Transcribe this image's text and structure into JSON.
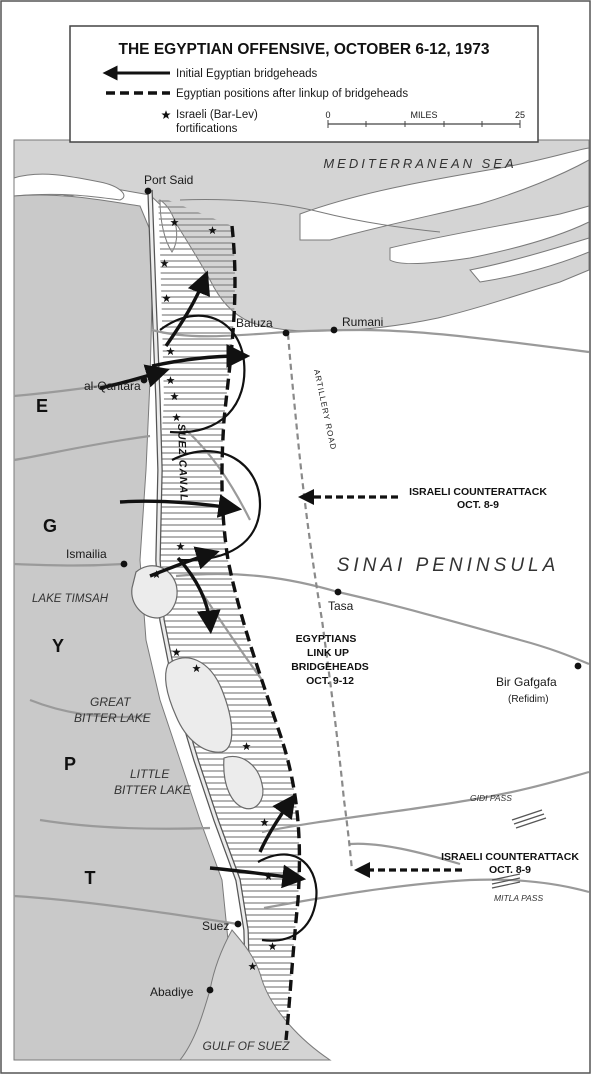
{
  "legend": {
    "title": "THE EGYPTIAN OFFENSIVE, OCTOBER 6-12, 1973",
    "items": [
      {
        "label": "Initial Egyptian bridgeheads",
        "symbol": "solid-arrow"
      },
      {
        "label": "Egyptian positions after linkup of bridgeheads",
        "symbol": "dashed-line"
      },
      {
        "label_line1": "Israeli (Bar-Lev)",
        "label_line2": "fortifications",
        "symbol": "star-icon"
      }
    ],
    "scale": {
      "start": "0",
      "unit": "MILES",
      "end": "25"
    }
  },
  "seas": {
    "mediterranean": "MEDITERRANEAN SEA",
    "sinai": "SINAI PENINSULA",
    "gulf": "GULF OF SUEZ"
  },
  "country_letters": [
    "E",
    "G",
    "Y",
    "P",
    "T"
  ],
  "cities": {
    "port_said": "Port Said",
    "baluza": "Baluza",
    "rumani": "Rumani",
    "al_qantara": "al-Qantara",
    "ismailia": "Ismailia",
    "tasa": "Tasa",
    "bir_gafgafa": "Bir Gafgafa",
    "refidim": "(Refidim)",
    "suez": "Suez",
    "abadiye": "Abadiye"
  },
  "water": {
    "suez_canal": "SUEZ CANAL",
    "lake_timsah": "LAKE TIMSAH",
    "great_bitter_1": "GREAT",
    "great_bitter_2": "BITTER LAKE",
    "little_bitter_1": "LITTLE",
    "little_bitter_2": "BITTER LAKE"
  },
  "roads": {
    "artillery": "ARTILLERY ROAD",
    "gidi": "GIDI PASS",
    "mitla": "MITLA PASS"
  },
  "annotations": {
    "counter_north_1": "ISRAELI COUNTERATTACK",
    "counter_north_2": "OCT. 8-9",
    "counter_south_1": "ISRAELI COUNTERATTACK",
    "counter_south_2": "OCT. 8-9",
    "linkup_1": "EGYPTIANS",
    "linkup_2": "LINK UP",
    "linkup_3": "BRIDGEHEADS",
    "linkup_4": "OCT. 9-12"
  },
  "colors": {
    "land_egypt": "#c9c9c9",
    "sea": "#d4d4d4",
    "canal_water": "#ececec",
    "ink": "#111111",
    "road": "#9a9a9a"
  }
}
